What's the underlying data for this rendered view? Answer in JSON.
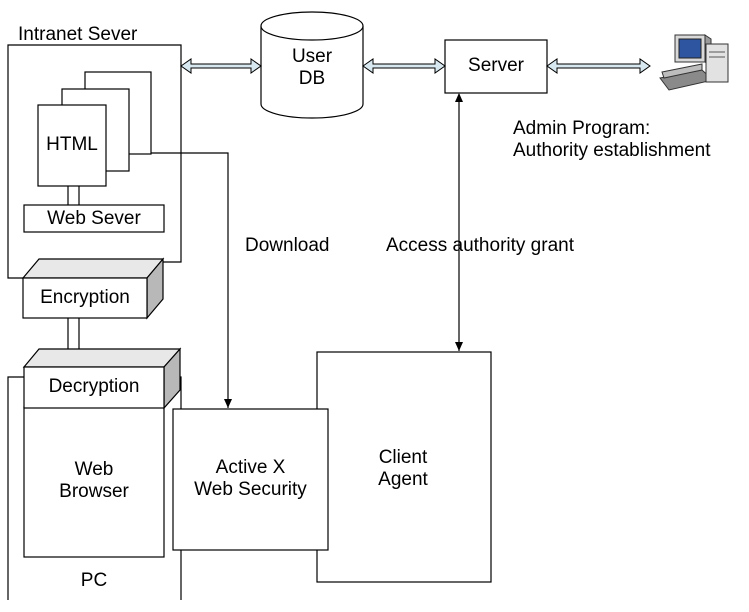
{
  "title": "Intranet Sever",
  "user_db": {
    "line1": "User",
    "line2": "DB"
  },
  "server": "Server",
  "admin": {
    "line1": "Admin Program:",
    "line2": "Authority establishment"
  },
  "html_doc": "HTML",
  "web_server": "Web Sever",
  "encryption": "Encryption",
  "decryption": "Decryption",
  "web_browser": {
    "line1": "Web",
    "line2": "Browser"
  },
  "pc": "PC",
  "activex": {
    "line1": "Active X",
    "line2": "Web Security"
  },
  "client_agent": {
    "line1": "Client",
    "line2": "Agent"
  },
  "download": "Download",
  "access_grant": "Access authority grant",
  "icons": {
    "admin_pc": "desktop-computer-icon"
  },
  "colors": {
    "arrow_fill": "#d8e8f0",
    "block_top": "#e8e8e8",
    "block_side": "#b8b8b8"
  }
}
